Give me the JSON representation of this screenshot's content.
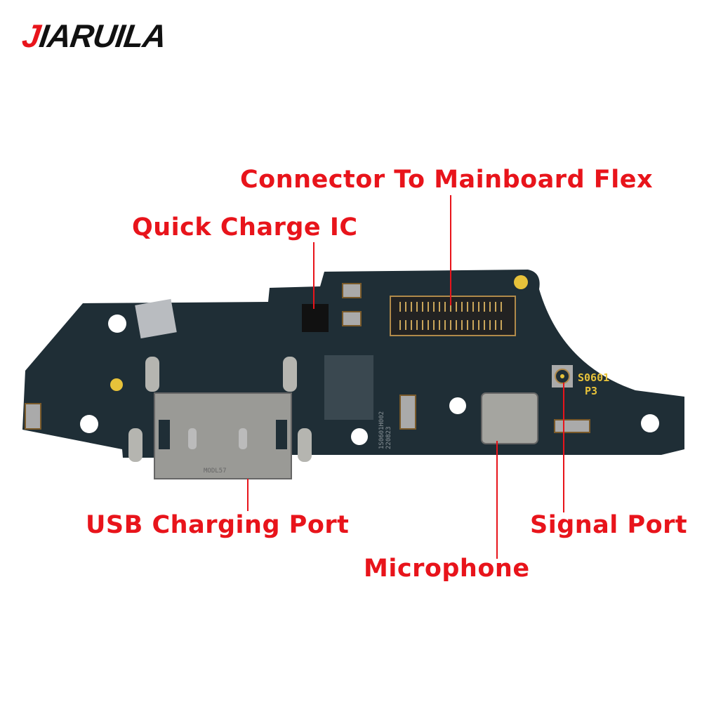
{
  "brand": {
    "logo_first": "J",
    "logo_rest": "IARUILA"
  },
  "labels": {
    "connector": "Connector To Mainboard Flex",
    "quick_charge": "Quick Charge IC",
    "usb": "USB Charging Port",
    "signal": "Signal Port",
    "microphone": "Microphone"
  },
  "board": {
    "silkscreen_model": "S0601",
    "silkscreen_rev": "P3",
    "part_code": "1S0601H002",
    "date_code": "220823",
    "usb_marking": "MODL57"
  },
  "colors": {
    "label": "#e8141b",
    "pcb": "#1f2e36",
    "gold": "#e7c23a",
    "metal": "#9a9a96"
  }
}
